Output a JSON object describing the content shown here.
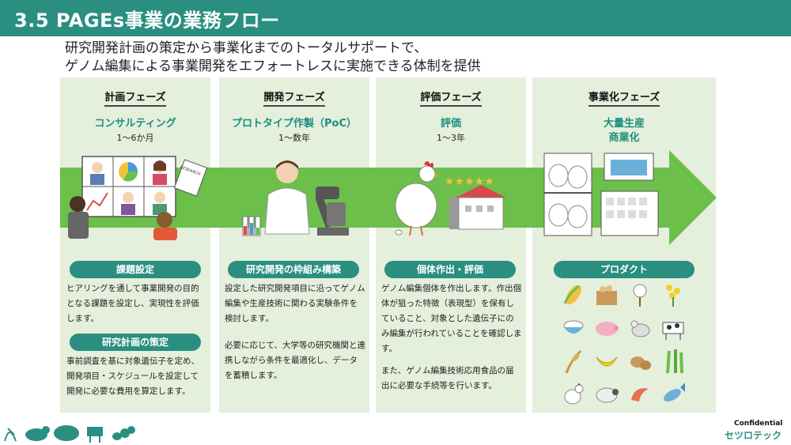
{
  "title": "3.5 PAGEs事業の業務フロー",
  "subtitle": [
    "研究開発計画の策定から事業化までのトータルサポートで、",
    "ゲノム編集による事業開発をエフォートレスに実施できる体制を提供"
  ],
  "phases": [
    {
      "label": "計画フェーズ",
      "name": "コンサルティング",
      "duration": "1～6か月",
      "pill": "課題設定",
      "desc": "ヒアリングを通して事業開発の目的となる課題を設定し、実現性を評価します。",
      "pill2": "研究計画の策定",
      "desc2": "事前調査を基に対象遺伝子を定め、開発項目・スケジュールを設定して開発に必要な費用を算定します。"
    },
    {
      "label": "開発フェーズ",
      "name": "プロトタイプ作製（PoC）",
      "duration": "1～数年",
      "pill": "研究開発の枠組み構築",
      "desc": "設定した研究開発項目に沿ってゲノム編集や生産技術に関わる実験条件を検討します。",
      "desc2": "必要に応じて、大学等の研究機関と連携しながら条件を最適化し、データを蓄積します。"
    },
    {
      "label": "評価フェーズ",
      "name": "評価",
      "duration": "1～3年",
      "pill": "個体作出・評価",
      "desc": "ゲノム編集個体を作出します。作出個体が狙った特徴（表現型）を保有していること、対象とした遺伝子にのみ編集が行われていることを確認します。",
      "desc2": "また、ゲノム編集技術応用食品の届出に必要な手続等を行います。"
    },
    {
      "label": "事業化フェーズ",
      "name": "大量生産",
      "name2": "商業化",
      "pill": "プロダクト"
    }
  ],
  "research_paper_label": "RESEARCH",
  "footer": {
    "confidential": "Confidential",
    "logo_text": "セツロテック"
  },
  "colors": {
    "accent": "#2a8f80",
    "arrow": "#6cbf4a",
    "panel": "#e4efdc",
    "phase_name": "#1b8f7e"
  }
}
